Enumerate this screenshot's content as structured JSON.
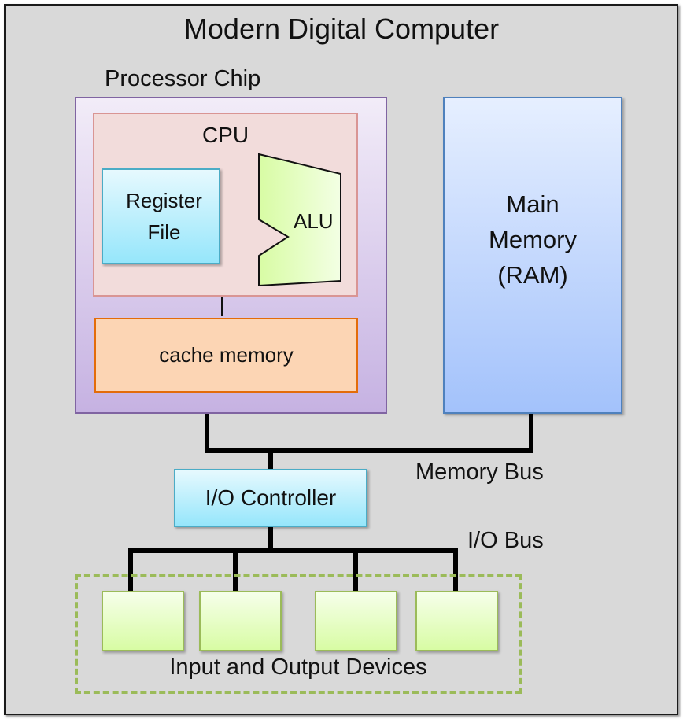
{
  "diagram": {
    "title": "Modern Digital Computer",
    "processor_chip": {
      "label": "Processor Chip",
      "cpu": {
        "label": "CPU",
        "register_file": {
          "line1": "Register",
          "line2": "File"
        },
        "alu": {
          "label": "ALU"
        }
      },
      "cache": {
        "label": "cache memory"
      }
    },
    "main_memory": {
      "line1": "Main",
      "line2": "Memory",
      "line3": "(RAM)"
    },
    "memory_bus": {
      "label": "Memory Bus"
    },
    "io_controller": {
      "label": "I/O Controller"
    },
    "io_bus": {
      "label": "I/O Bus"
    },
    "io_devices": {
      "label": "Input and Output Devices",
      "count": 4
    },
    "colors": {
      "background": "#d9d9d9",
      "chip_border": "#8064a2",
      "cpu_fill": "#f2dcdb",
      "cpu_border": "#d99594",
      "register_border": "#4bacc6",
      "alu_fill": "#d8fca4",
      "cache_fill": "#fcd5b4",
      "cache_border": "#e36c0a",
      "ram_border": "#4f81bd",
      "device_border": "#9bbb59",
      "bus": "#000000"
    }
  }
}
